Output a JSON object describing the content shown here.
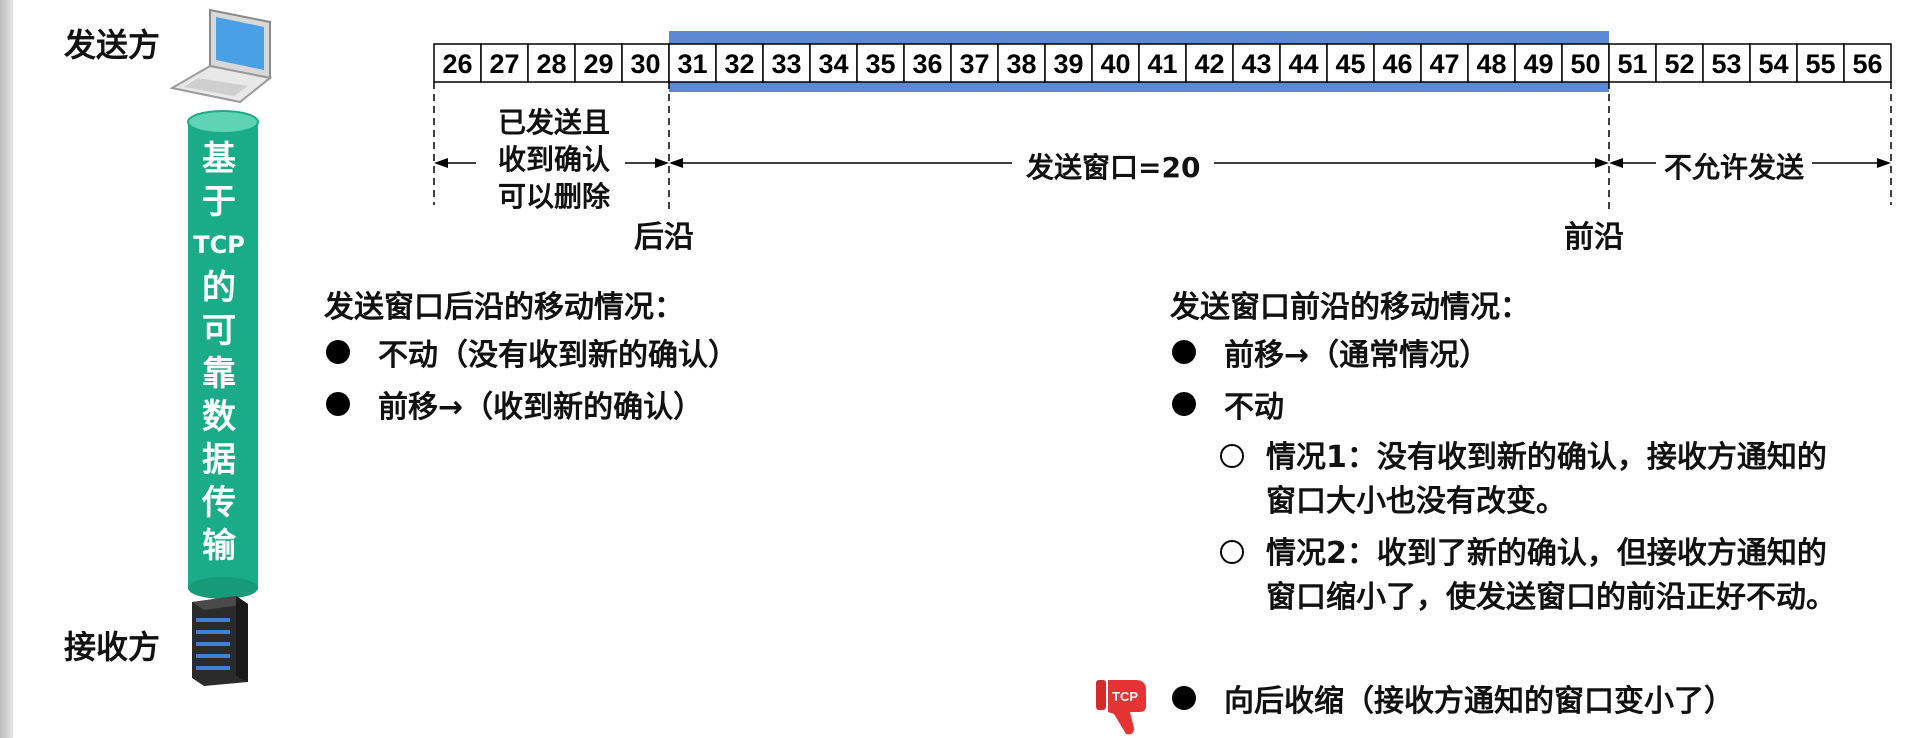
{
  "sender_label": "发送方",
  "receiver_label": "接收方",
  "column": {
    "chars": [
      "基",
      "于",
      "TCP",
      "的",
      "可",
      "靠",
      "数",
      "据",
      "传",
      "输"
    ],
    "color": "#1aab88"
  },
  "sequence": {
    "numbers": [
      26,
      27,
      28,
      29,
      30,
      31,
      32,
      33,
      34,
      35,
      36,
      37,
      38,
      39,
      40,
      41,
      42,
      43,
      44,
      45,
      46,
      47,
      48,
      49,
      50,
      51,
      52,
      53,
      54,
      55,
      56
    ],
    "window_start": 31,
    "window_end": 50,
    "highlight_color": "#5b89d5"
  },
  "regions": {
    "acked_lines": [
      "已发送且",
      "收到确认",
      "可以删除"
    ],
    "window_label": "发送窗口=20",
    "not_allowed": "不允许发送",
    "rear_edge": "后沿",
    "front_edge": "前沿"
  },
  "rear_section": {
    "heading": "发送窗口后沿的移动情况：",
    "items": [
      "不动（没有收到新的确认）",
      "前移→（收到新的确认）"
    ]
  },
  "front_section": {
    "heading": "发送窗口前沿的移动情况：",
    "item1": "前移→（通常情况）",
    "item2": "不动",
    "sub1": "情况1：没有收到新的确认，接收方通知的窗口大小也没有改变。",
    "sub2": "情况2：收到了新的确认，但接收方通知的窗口缩小了，使发送窗口的前沿正好不动。",
    "item3": "向后收缩（接收方通知的窗口变小了）",
    "badge": "TCP"
  }
}
